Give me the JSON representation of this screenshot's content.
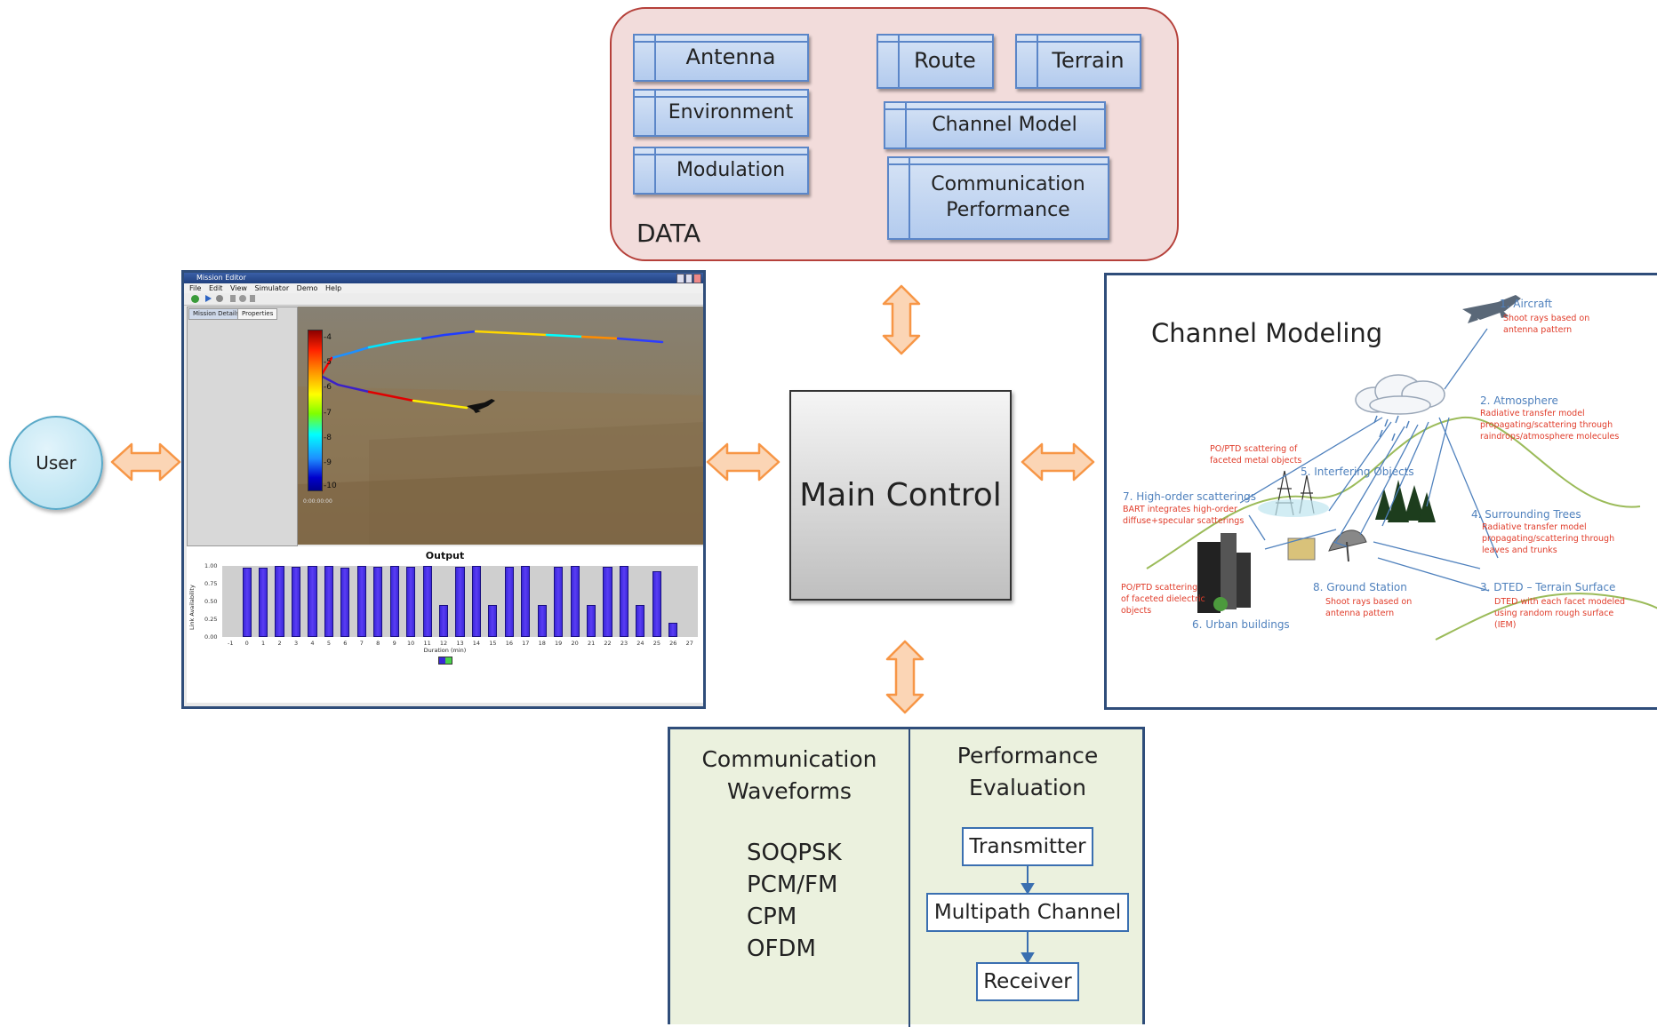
{
  "data_panel": {
    "title": "DATA",
    "items": {
      "antenna": "Antenna",
      "environment": "Environment",
      "modulation": "Modulation",
      "route": "Route",
      "terrain": "Terrain",
      "channel_model": "Channel Model",
      "comm_perf_line1": "Communication",
      "comm_perf_line2": "Performance"
    }
  },
  "main_control": {
    "label": "Main Control"
  },
  "user": {
    "label": "User"
  },
  "mission_editor": {
    "window_title": "Mission Editor",
    "menu": [
      "File",
      "Edit",
      "View",
      "Simulator",
      "Demo",
      "Help"
    ],
    "tabs": [
      "Mission Details",
      "Properties"
    ],
    "timestamp": "0:00:00:00",
    "colorbar_ticks": [
      "-4",
      "-5",
      "-6",
      "-7",
      "-8",
      "-9",
      "-10"
    ],
    "output_title": "Output",
    "y_axis_label": "Link Availability",
    "x_axis_label": "Duration (min)"
  },
  "chart_data": {
    "type": "bar",
    "title": "Output",
    "xlabel": "Duration (min)",
    "ylabel": "Link Availability",
    "ylim": [
      0,
      1
    ],
    "yticks": [
      "1.00",
      "0.75",
      "0.50",
      "0.25",
      "0.00"
    ],
    "categories": [
      "-1",
      "0",
      "1",
      "2",
      "3",
      "4",
      "5",
      "6",
      "7",
      "8",
      "9",
      "10",
      "11",
      "12",
      "13",
      "14",
      "15",
      "16",
      "17",
      "18",
      "19",
      "20",
      "21",
      "22",
      "23",
      "24",
      "25",
      "26",
      "27"
    ],
    "values": [
      null,
      0.98,
      0.98,
      1.0,
      0.99,
      1.0,
      1.0,
      0.98,
      1.0,
      0.99,
      1.0,
      0.99,
      1.0,
      0.45,
      0.99,
      1.0,
      0.45,
      0.99,
      1.0,
      0.45,
      0.99,
      1.0,
      0.45,
      0.99,
      1.0,
      0.45,
      0.92,
      0.2,
      null
    ]
  },
  "channel_modeling": {
    "title": "Channel Modeling",
    "aircraft": {
      "label": "1. Aircraft",
      "desc": [
        "Shoot rays based on",
        "antenna pattern"
      ]
    },
    "atmosphere": {
      "label": "2. Atmosphere",
      "desc": [
        "Radiative transfer model",
        "propagating/scattering through",
        "raindrops/atmosphere molecules"
      ]
    },
    "metal_objects": {
      "desc": [
        "PO/PTD scattering of",
        "faceted metal objects"
      ]
    },
    "interfering": {
      "label": "5. Interfering Objects"
    },
    "high_order": {
      "label": "7. High-order scatterings",
      "desc": [
        "BART integrates high-order",
        "diffuse+specular scatterings"
      ]
    },
    "trees": {
      "label": "4. Surrounding Trees",
      "desc": [
        "Radiative transfer model",
        "propagating/scattering through",
        "leaves and trunks"
      ]
    },
    "dielectric": {
      "desc": [
        "PO/PTD scattering",
        "of faceted dielectric",
        "objects"
      ]
    },
    "ground_station": {
      "label": "8. Ground Station",
      "desc": [
        "Shoot rays based on",
        "antenna pattern"
      ]
    },
    "terrain": {
      "label": "3. DTED – Terrain Surface",
      "desc": [
        "DTED with each facet modeled",
        "using random rough surface",
        "(IEM)"
      ]
    },
    "buildings": {
      "label": "6. Urban buildings"
    }
  },
  "bottom_panel": {
    "waveforms_title_1": "Communication",
    "waveforms_title_2": "Waveforms",
    "waveforms": [
      "SOQPSK",
      "PCM/FM",
      "CPM",
      "OFDM"
    ],
    "performance_title_1": "Performance",
    "performance_title_2": "Evaluation",
    "chain": [
      "Transmitter",
      "Multipath Channel",
      "Receiver"
    ]
  },
  "colors": {
    "arrow_fill": "#fbd5b5",
    "arrow_stroke": "#f79646",
    "data_bg": "#f2dcdb",
    "data_border": "#b5403a",
    "frame_border": "#2f4d7a"
  }
}
